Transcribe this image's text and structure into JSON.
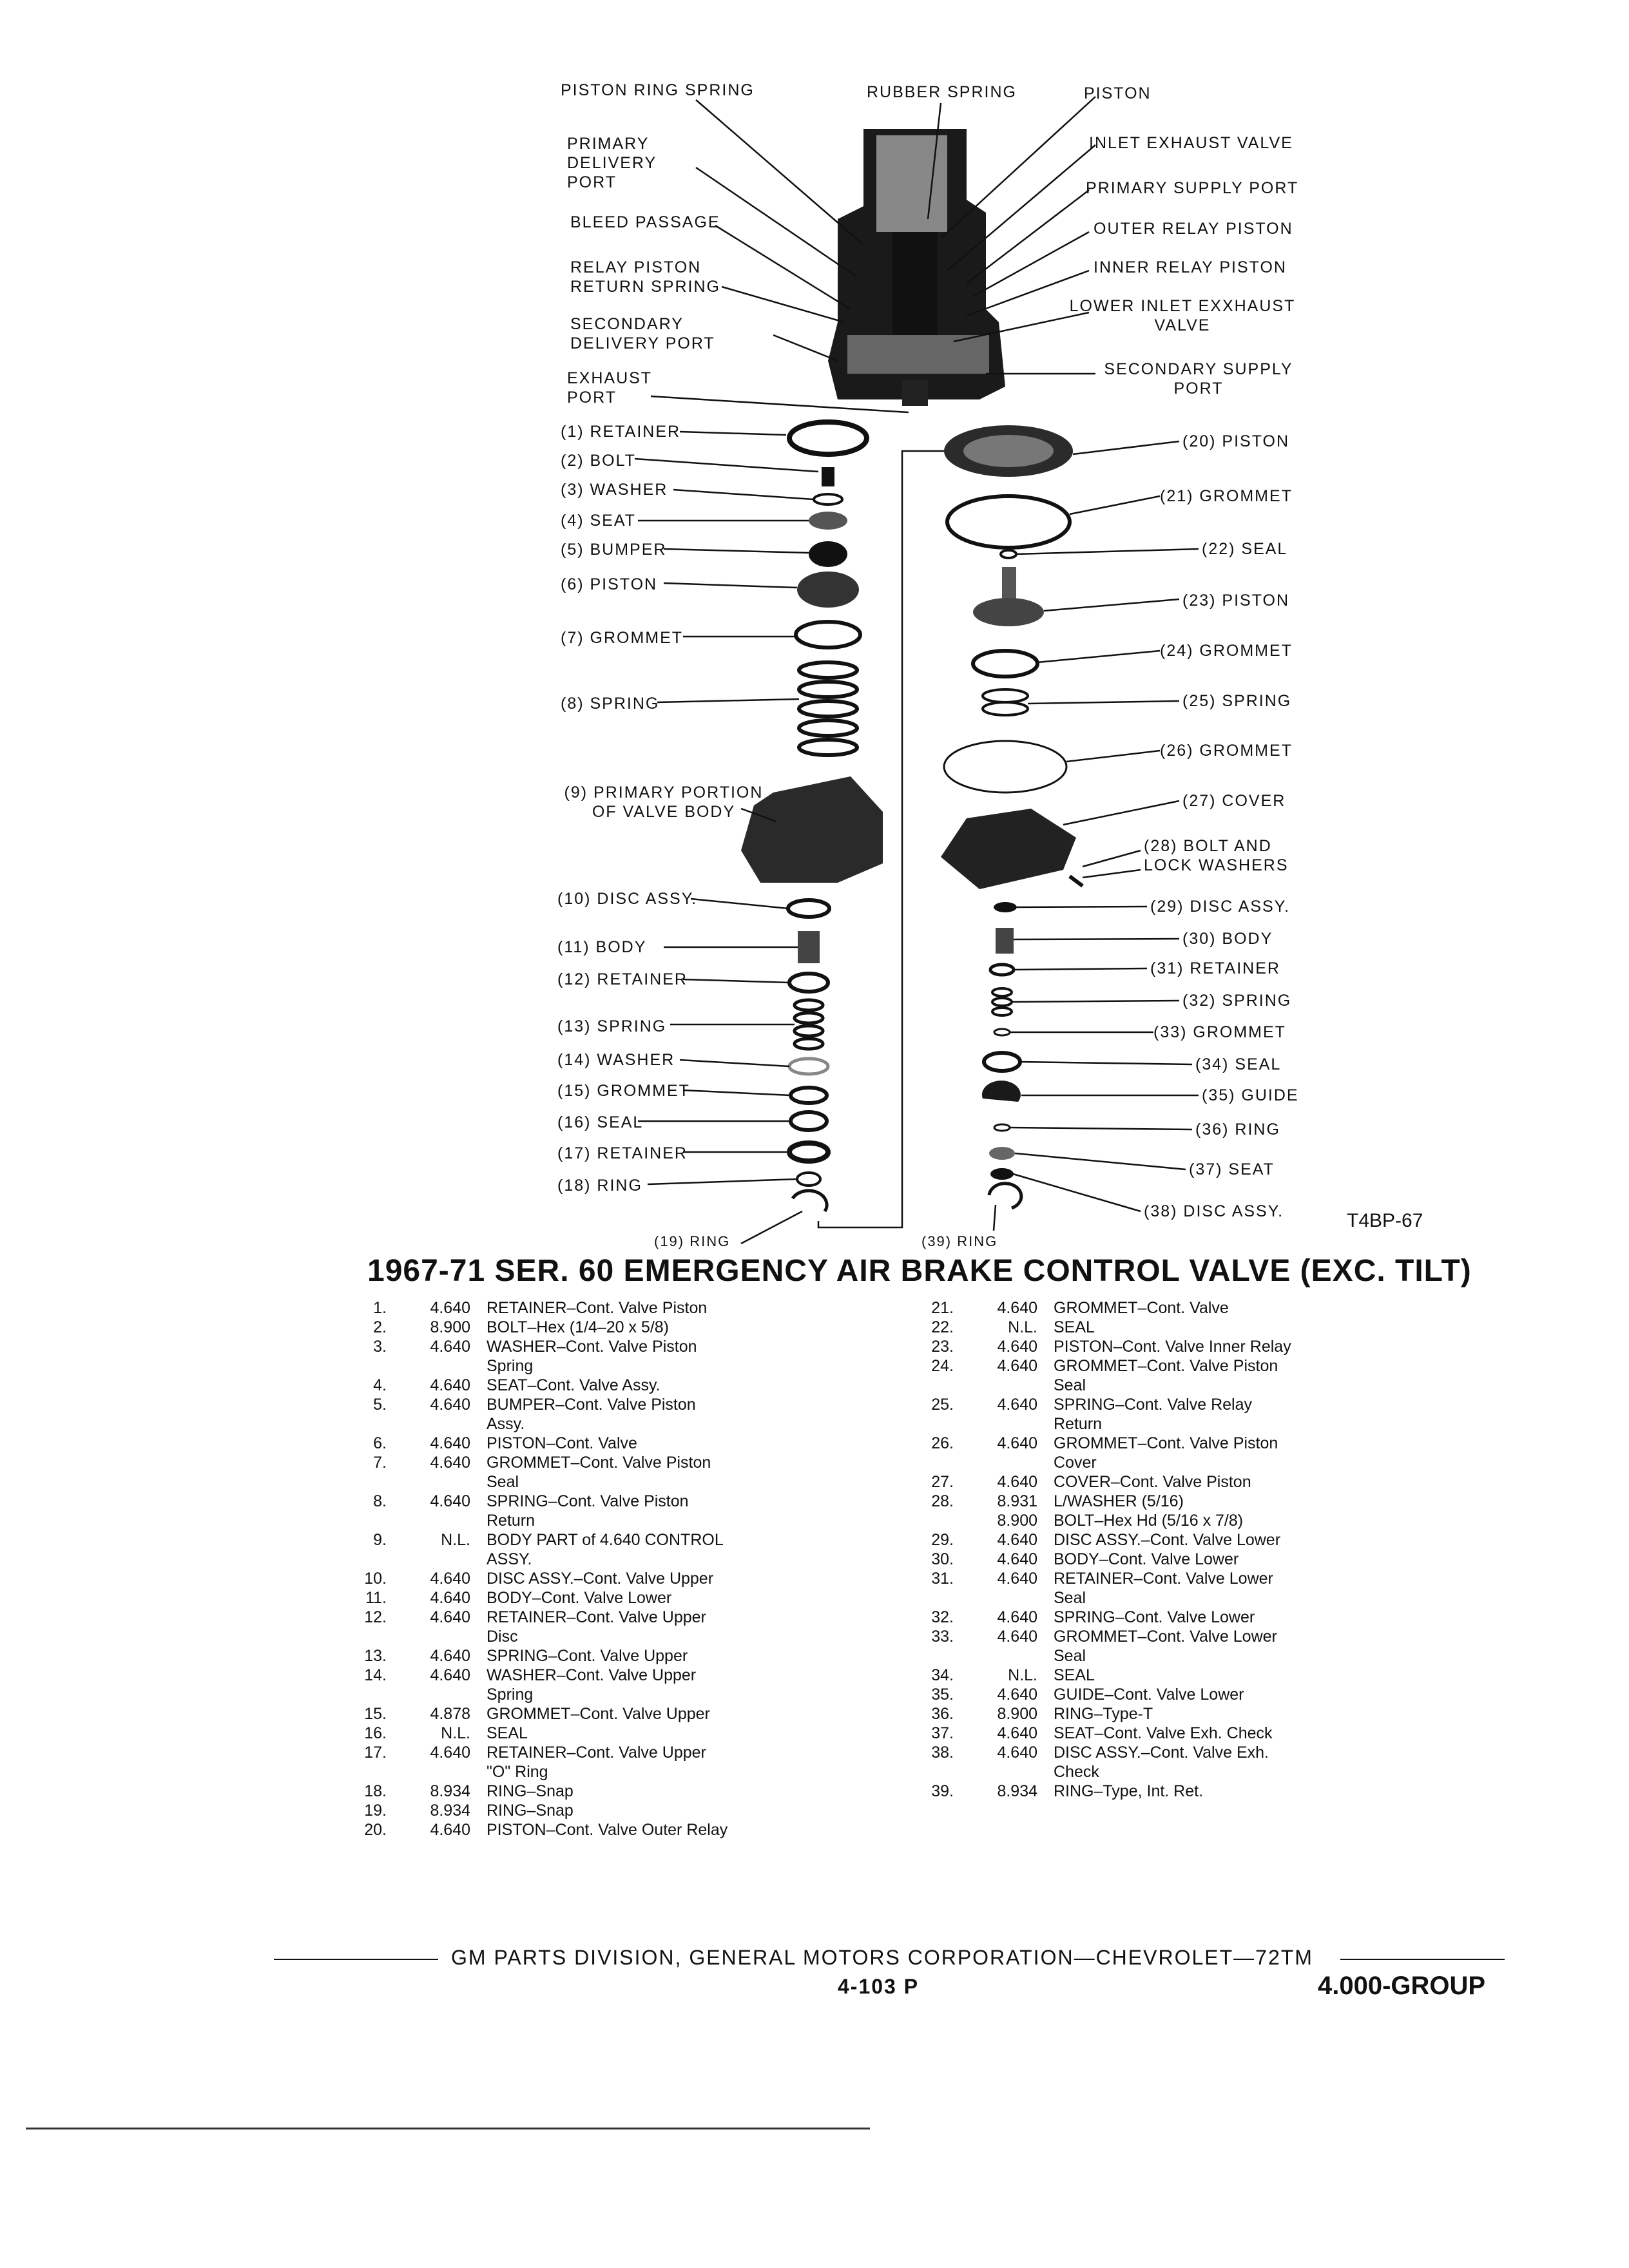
{
  "diagram": {
    "top_labels_left": [
      "PISTON RING SPRING",
      "PRIMARY DELIVERY PORT",
      "BLEED PASSAGE",
      "RELAY PISTON RETURN SPRING",
      "SECONDARY DELIVERY PORT",
      "EXHAUST PORT"
    ],
    "top_labels_right": [
      "RUBBER SPRING",
      "PISTON",
      "INLET EXHAUST VALVE",
      "PRIMARY SUPPLY PORT",
      "OUTER RELAY PISTON",
      "INNER RELAY PISTON",
      "LOWER INLET EXXHAUST VALVE",
      "SECONDARY SUPPLY PORT"
    ],
    "left_callouts": [
      "(1) RETAINER",
      "(2) BOLT",
      "(3) WASHER",
      "(4) SEAT",
      "(5) BUMPER",
      "(6) PISTON",
      "(7) GROMMET",
      "(8) SPRING",
      "(9) PRIMARY PORTION OF VALVE BODY",
      "(10) DISC ASSY.",
      "(11) BODY",
      "(12) RETAINER",
      "(13) SPRING",
      "(14) WASHER",
      "(15) GROMMET",
      "(16) SEAL",
      "(17) RETAINER",
      "(18) RING",
      "(19) RING"
    ],
    "right_callouts": [
      "(20) PISTON",
      "(21) GROMMET",
      "(22) SEAL",
      "(23) PISTON",
      "(24) GROMMET",
      "(25) SPRING",
      "(26) GROMMET",
      "(27) COVER",
      "(28) BOLT AND LOCK WASHERS",
      "(29) DISC ASSY.",
      "(30) BODY",
      "(31) RETAINER",
      "(32) SPRING",
      "(33) GROMMET",
      "(34) SEAL",
      "(35) GUIDE",
      "(36) RING",
      "(37) SEAT",
      "(38) DISC ASSY.",
      "(39) RING"
    ],
    "figure_code": "T4BP-67"
  },
  "title": "1967-71 SER. 60 EMERGENCY AIR BRAKE CONTROL VALVE (EXC. TILT)",
  "parts_left": [
    {
      "n": "1.",
      "code": "4.640",
      "desc": "RETAINER–Cont. Valve Piston"
    },
    {
      "n": "2.",
      "code": "8.900",
      "desc": "BOLT–Hex (1/4–20 x 5/8)"
    },
    {
      "n": "3.",
      "code": "4.640",
      "desc": "WASHER–Cont. Valve Piston Spring"
    },
    {
      "n": "4.",
      "code": "4.640",
      "desc": "SEAT–Cont. Valve Assy."
    },
    {
      "n": "5.",
      "code": "4.640",
      "desc": "BUMPER–Cont. Valve Piston Assy."
    },
    {
      "n": "6.",
      "code": "4.640",
      "desc": "PISTON–Cont. Valve"
    },
    {
      "n": "7.",
      "code": "4.640",
      "desc": "GROMMET–Cont. Valve Piston Seal"
    },
    {
      "n": "8.",
      "code": "4.640",
      "desc": "SPRING–Cont. Valve Piston Return"
    },
    {
      "n": "9.",
      "code": "N.L.",
      "desc": "BODY PART of 4.640 CONTROL ASSY."
    },
    {
      "n": "10.",
      "code": "4.640",
      "desc": "DISC ASSY.–Cont. Valve Upper"
    },
    {
      "n": "11.",
      "code": "4.640",
      "desc": "BODY–Cont. Valve Lower"
    },
    {
      "n": "12.",
      "code": "4.640",
      "desc": "RETAINER–Cont. Valve Upper Disc"
    },
    {
      "n": "13.",
      "code": "4.640",
      "desc": "SPRING–Cont. Valve Upper"
    },
    {
      "n": "14.",
      "code": "4.640",
      "desc": "WASHER–Cont. Valve Upper Spring"
    },
    {
      "n": "15.",
      "code": "4.878",
      "desc": "GROMMET–Cont. Valve Upper"
    },
    {
      "n": "16.",
      "code": "N.L.",
      "desc": "SEAL"
    },
    {
      "n": "17.",
      "code": "4.640",
      "desc": "RETAINER–Cont. Valve Upper \"O\" Ring"
    },
    {
      "n": "18.",
      "code": "8.934",
      "desc": "RING–Snap"
    },
    {
      "n": "19.",
      "code": "8.934",
      "desc": "RING–Snap"
    },
    {
      "n": "20.",
      "code": "4.640",
      "desc": "PISTON–Cont. Valve Outer Relay"
    }
  ],
  "parts_right": [
    {
      "n": "21.",
      "code": "4.640",
      "desc": "GROMMET–Cont. Valve"
    },
    {
      "n": "22.",
      "code": "N.L.",
      "desc": "SEAL"
    },
    {
      "n": "23.",
      "code": "4.640",
      "desc": "PISTON–Cont. Valve Inner Relay"
    },
    {
      "n": "24.",
      "code": "4.640",
      "desc": "GROMMET–Cont. Valve Piston Seal"
    },
    {
      "n": "25.",
      "code": "4.640",
      "desc": "SPRING–Cont. Valve Relay Return"
    },
    {
      "n": "26.",
      "code": "4.640",
      "desc": "GROMMET–Cont. Valve Piston Cover"
    },
    {
      "n": "27.",
      "code": "4.640",
      "desc": "COVER–Cont. Valve Piston"
    },
    {
      "n": "28.",
      "code": "8.931",
      "desc": "L/WASHER (5/16)"
    },
    {
      "n": "",
      "code": "8.900",
      "desc": "BOLT–Hex Hd (5/16 x 7/8)"
    },
    {
      "n": "29.",
      "code": "4.640",
      "desc": "DISC ASSY.–Cont. Valve Lower"
    },
    {
      "n": "30.",
      "code": "4.640",
      "desc": "BODY–Cont. Valve Lower"
    },
    {
      "n": "31.",
      "code": "4.640",
      "desc": "RETAINER–Cont. Valve Lower Seal"
    },
    {
      "n": "32.",
      "code": "4.640",
      "desc": "SPRING–Cont. Valve Lower"
    },
    {
      "n": "33.",
      "code": "4.640",
      "desc": "GROMMET–Cont. Valve Lower Seal"
    },
    {
      "n": "34.",
      "code": "N.L.",
      "desc": "SEAL"
    },
    {
      "n": "35.",
      "code": "4.640",
      "desc": "GUIDE–Cont. Valve Lower"
    },
    {
      "n": "36.",
      "code": "8.900",
      "desc": "RING–Type-T"
    },
    {
      "n": "37.",
      "code": "4.640",
      "desc": "SEAT–Cont. Valve Exh. Check"
    },
    {
      "n": "38.",
      "code": "4.640",
      "desc": "DISC ASSY.–Cont. Valve Exh. Check"
    },
    {
      "n": "39.",
      "code": "8.934",
      "desc": "RING–Type, Int. Ret."
    }
  ],
  "footer": {
    "division": "GM PARTS DIVISION, GENERAL MOTORS CORPORATION—CHEVROLET—72TM",
    "page": "4-103 P",
    "group": "4.000-GROUP"
  }
}
